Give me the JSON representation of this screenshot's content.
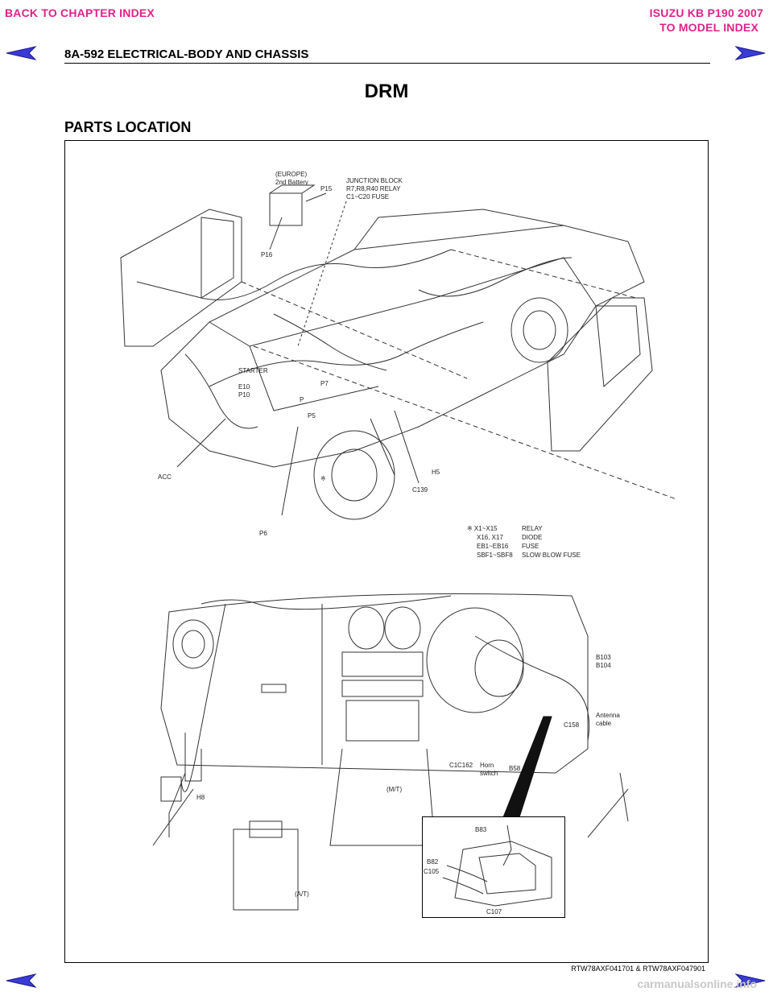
{
  "header": {
    "back_to_chapter": "BACK TO CHAPTER INDEX",
    "model_title": "ISUZU KB P190 2007",
    "to_model_index": "TO MODEL INDEX",
    "page_ref": "8A-592  ELECTRICAL-BODY AND CHASSIS"
  },
  "page": {
    "title": "DRM",
    "section": "PARTS LOCATION",
    "figure_caption": "RTW78AXF041701 & RTW78AXF047901",
    "watermark": "carmanualsonline.info"
  },
  "upper_labels": {
    "europe": "(EUROPE)",
    "battery2": "2nd Battery",
    "p15": "P15",
    "junction_block": "JUNCTION BLOCK",
    "relay_range": "R7,R8,R40 RELAY",
    "fuse_range": "C1~C20 FUSE",
    "p16": "P16",
    "starter": "STARTER",
    "e10": "E10",
    "p10": "P10",
    "p7": "P7",
    "p": "P",
    "p5": "P5",
    "acc": "ACC",
    "p6": "P6",
    "star": "※",
    "c139": "C139",
    "h5": "H5"
  },
  "legend": [
    {
      "code": "※ X1~X15",
      "desc": "RELAY"
    },
    {
      "code": "X16, X17",
      "desc": "DIODE"
    },
    {
      "code": "EB1~EB16",
      "desc": "FUSE"
    },
    {
      "code": "SBF1~SBF8",
      "desc": "SLOW BLOW FUSE"
    }
  ],
  "lower_labels": {
    "b103": "B103",
    "b104": "B104",
    "antenna": "Antenna",
    "cable": "cable",
    "c158": "C158",
    "c1": "C1",
    "c162": "C162",
    "horn": "Horn",
    "switch": "switch",
    "b58": "B58",
    "mt": "(M/T)",
    "h8": "H8",
    "at": "(A/T)",
    "b83": "B83",
    "b82": "B82",
    "c105": "C105",
    "c107": "C107"
  },
  "colors": {
    "accent": "#e0218a",
    "nav_blue": "#3b3bd6",
    "line": "#333333"
  }
}
